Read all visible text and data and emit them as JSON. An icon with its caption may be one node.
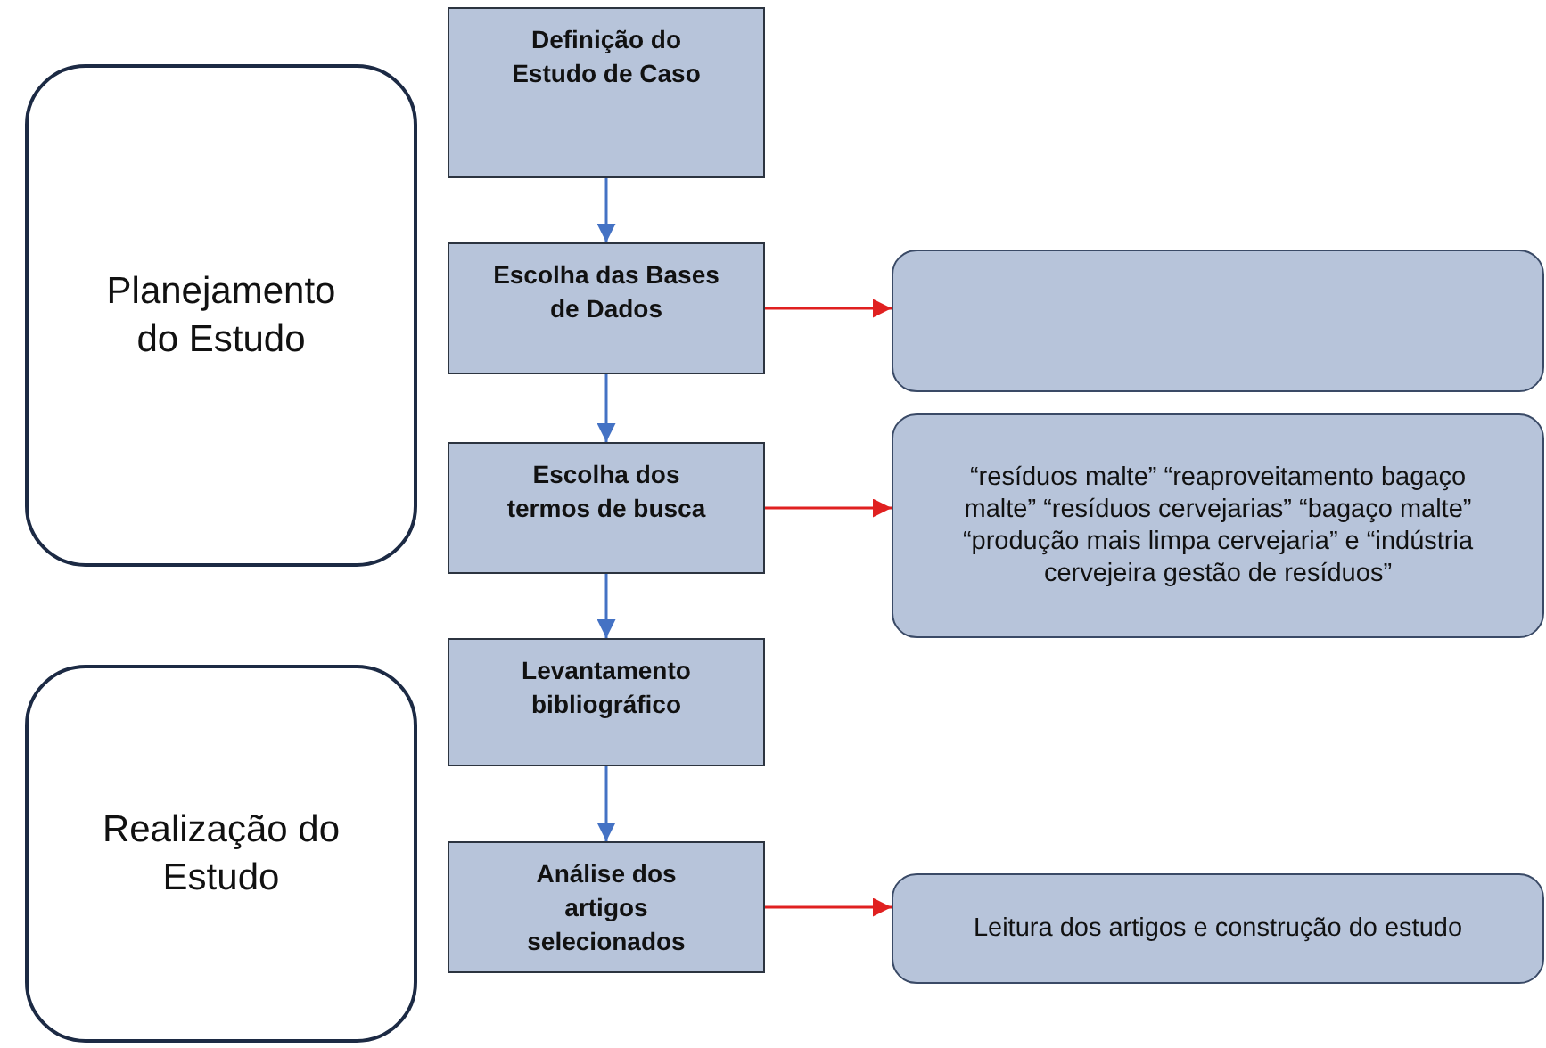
{
  "diagram": {
    "nodes": [
      {
        "text": [
          "Planejamento do Estudo"
        ]
      },
      {
        "text": [
          "Definição do Estudo de Caso"
        ]
      },
      {
        "text": [
          "Escolha das Bases de Dados"
        ]
      },
      {
        "text": [],
        "shape": "box"
      },
      {
        "text": [
          "Escolha dos termos de busca"
        ]
      },
      {
        "text": [
          "“resíduos malte” “reaproveitamento bagaço malte” “resíduos cervejarias” “bagaço malte” “produção mais limpa cervejaria” e “indústria cervejeira gestão de resíduos”"
        ]
      },
      {
        "text": [
          "Realização do Estudo"
        ]
      },
      {
        "text": [
          "Levantamento bibliográfico"
        ]
      },
      {
        "text": [
          "Análise dos artigos selecionados"
        ]
      },
      {
        "text": [
          "Leitura dos artigos e construção do estudo"
        ]
      }
    ],
    "edges": [
      {
        "from": 1,
        "to": 2,
        "arrow": "to"
      },
      {
        "from": 2,
        "to": 3,
        "arrow": "to",
        "color": "#e02020"
      },
      {
        "from": 2,
        "to": 4,
        "arrow": "to"
      },
      {
        "from": 4,
        "to": 5,
        "arrow": "to",
        "color": "#e02020"
      },
      {
        "from": 4,
        "to": 7,
        "arrow": "to"
      },
      {
        "from": 7,
        "to": 8,
        "arrow": "to"
      },
      {
        "from": 8,
        "to": 9,
        "arrow": "to",
        "color": "#e02020"
      }
    ]
  }
}
